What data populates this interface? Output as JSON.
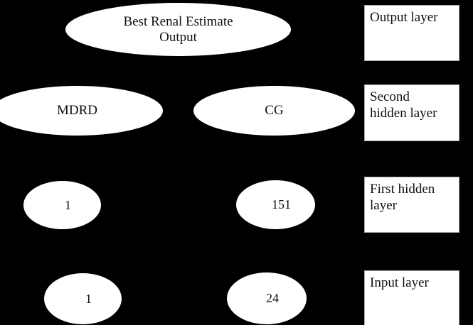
{
  "diagram": {
    "title": "Neural network layer architecture diagram",
    "background_color": "#000000",
    "node_fill_color": "#ffffff",
    "node_text_color": "#111111",
    "box_border_color": "#a8a8a8",
    "nodes": {
      "output": {
        "label": "Best Renal Estimate\nOutput"
      },
      "second_hidden_left": {
        "label": "MDRD"
      },
      "second_hidden_right": {
        "label": "CG"
      },
      "first_hidden_left": {
        "label": "1"
      },
      "first_hidden_right": {
        "label": "151"
      },
      "input_left": {
        "label": "1"
      },
      "input_right": {
        "label": "24"
      }
    },
    "layer_captions": [
      {
        "label": "Output layer"
      },
      {
        "label": "Second\nhidden layer"
      },
      {
        "label": "First hidden\nlayer"
      },
      {
        "label": "Input layer"
      }
    ]
  }
}
